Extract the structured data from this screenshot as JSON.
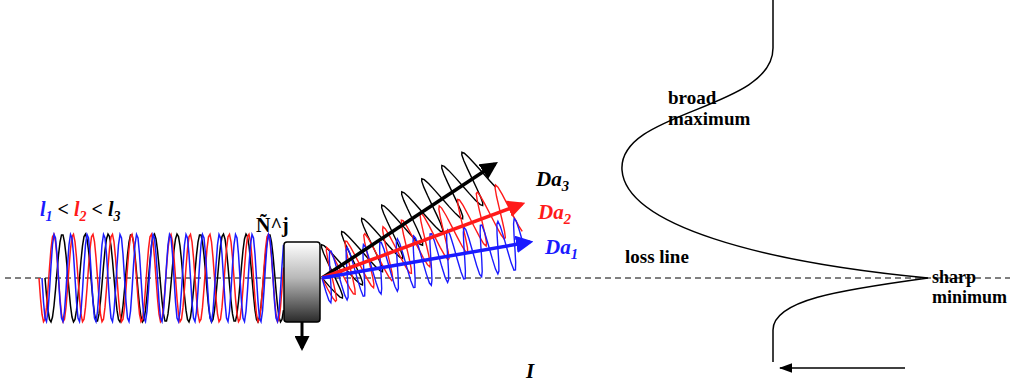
{
  "diagram": {
    "labels": [
      "l1 < l2 < l3",
      "Ñ^j",
      "Da3",
      "Da2",
      "Da1",
      "broad maximum",
      "loss line",
      "sharp minimum",
      "I"
    ]
  }
}
